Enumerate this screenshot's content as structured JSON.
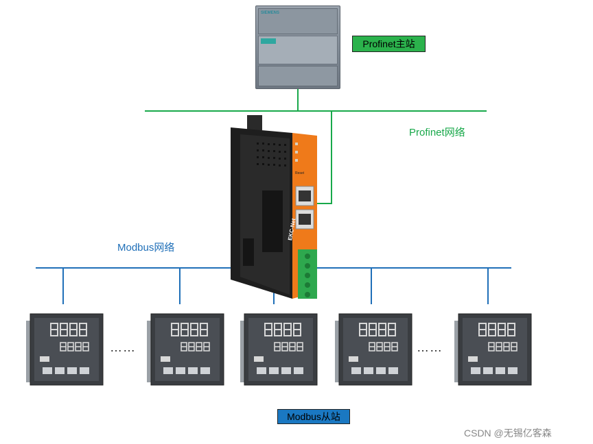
{
  "diagram": {
    "master_label": "Profinet主站",
    "profinet_network_label": "Profinet网络",
    "modbus_network_label": "Modbus网络",
    "slave_label": "Modbus从站",
    "ellipsis_left": "……",
    "ellipsis_right": "……",
    "gateway_model": "EKC-Net",
    "gateway_reset_text": "Reset",
    "plc_brand": "SIEMENS"
  },
  "colors": {
    "profinet_green": "#18a84a",
    "master_box_bg": "#2bb24c",
    "modbus_blue": "#1f6fb8",
    "slave_box_bg": "#1a78c2",
    "gateway_orange": "#ef7a1a",
    "terminal_green": "#2ea84e"
  },
  "watermark": "CSDN @无锡亿客森",
  "devices": {
    "plc_icon": "siemens-plc-icon",
    "gateway_icon": "ekc-net-gateway-icon",
    "controller_icon": "temperature-controller-icon",
    "controller_count": 5
  }
}
